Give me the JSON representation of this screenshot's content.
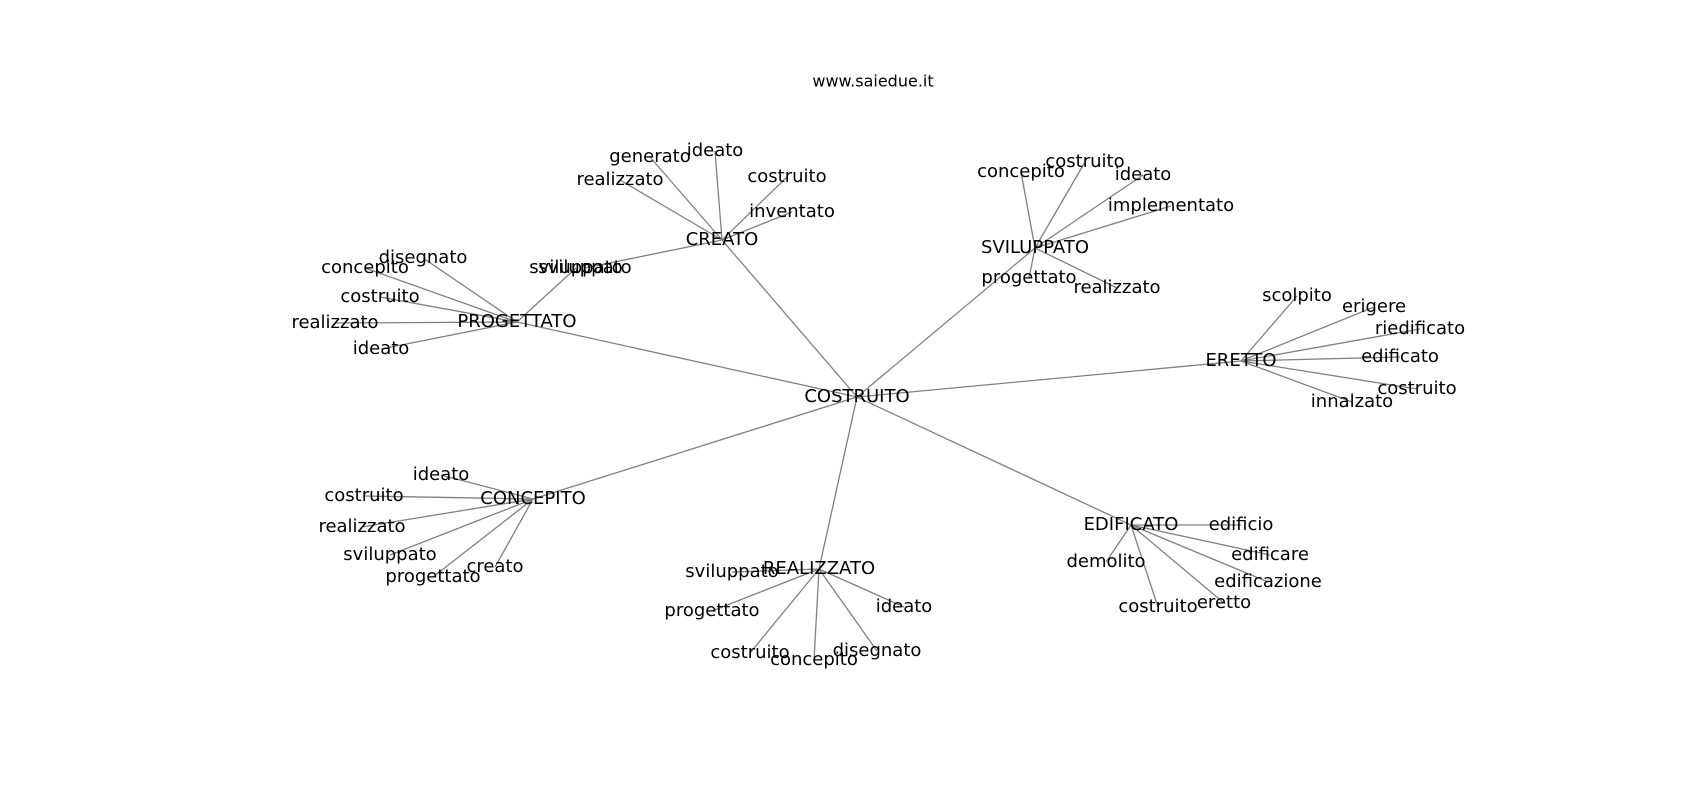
{
  "site_title": "www.saiedue.it",
  "colors": {
    "edge": "#808080",
    "text": "#000000",
    "background": "#ffffff"
  },
  "graph": {
    "center": "COSTRUITO",
    "clusters": [
      {
        "hub": "PROGETTATO",
        "leaves": [
          "disegnato",
          "concepito",
          "costruito",
          "realizzato",
          "ideato",
          "sviluppato"
        ]
      },
      {
        "hub": "CREATO",
        "leaves": [
          "generato",
          "ideato",
          "realizzato",
          "costruito",
          "inventato",
          "sviluppato"
        ]
      },
      {
        "hub": "SVILUPPATO",
        "leaves": [
          "concepito",
          "costruito",
          "ideato",
          "implementato",
          "progettato",
          "realizzato"
        ]
      },
      {
        "hub": "ERETTO",
        "leaves": [
          "scolpito",
          "erigere",
          "riedificato",
          "edificato",
          "costruito",
          "innalzato"
        ]
      },
      {
        "hub": "CONCEPITO",
        "leaves": [
          "ideato",
          "costruito",
          "realizzato",
          "sviluppato",
          "progettato",
          "creato"
        ]
      },
      {
        "hub": "REALIZZATO",
        "leaves": [
          "sviluppato",
          "progettato",
          "ideato",
          "costruito",
          "concepito",
          "disegnato"
        ]
      },
      {
        "hub": "EDIFICATO",
        "leaves": [
          "edificio",
          "demolito",
          "edificare",
          "edificazione",
          "costruito",
          "eretto"
        ]
      }
    ]
  }
}
